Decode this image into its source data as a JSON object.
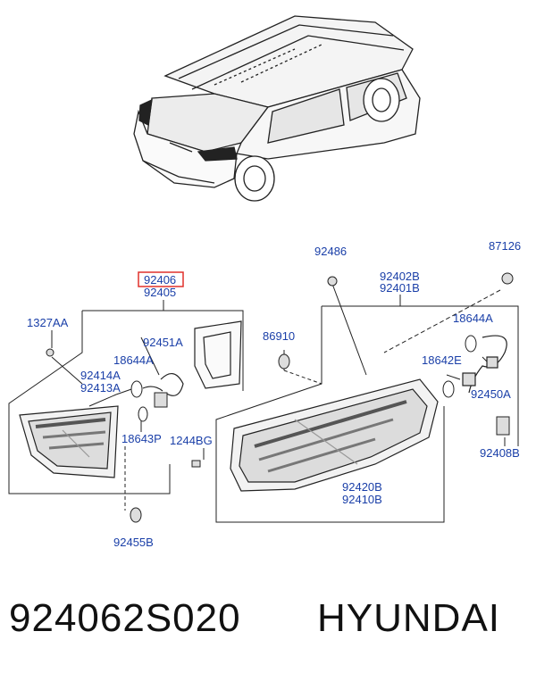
{
  "callouts": {
    "c92406": "92406",
    "c92405": "92405",
    "c92451A": "92451A",
    "c1327AA": "1327AA",
    "c18644A_l": "18644A",
    "c92414A": "92414A",
    "c92413A": "92413A",
    "c18643P": "18643P",
    "c92455B": "92455B",
    "c86910": "86910",
    "c1244BG": "1244BG",
    "c92486": "92486",
    "c87126": "87126",
    "c92402B": "92402B",
    "c92401B": "92401B",
    "c18644A_r": "18644A",
    "c18642E": "18642E",
    "c92450A": "92450A",
    "c92408B": "92408B",
    "c92420B": "92420B",
    "c92410B": "92410B"
  },
  "footer": {
    "part_number": "924062S020",
    "brand": "HYUNDAI"
  },
  "colors": {
    "callout_text": "#1a3fa8",
    "highlight_box": "#e0312b",
    "line_art": "#222222"
  }
}
